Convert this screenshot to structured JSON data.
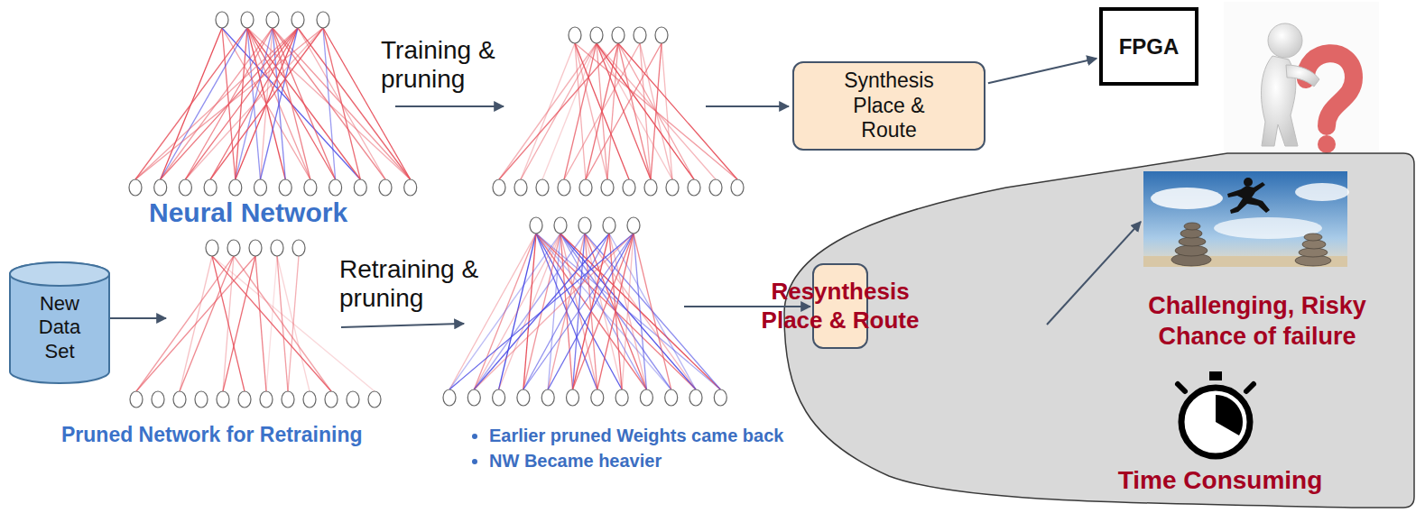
{
  "diagram": {
    "nodes": [
      {
        "text": [
          "Synthesis Place & Route"
        ]
      },
      {
        "text": [
          "FPGA"
        ]
      },
      {
        "text": [
          "New Data Set"
        ]
      },
      {
        "text": [
          "Challenging, Risky Chance of failure",
          "Time Consuming"
        ]
      },
      {
        "text": [
          "Resynthesis Place & Route"
        ],
        "in": 3
      }
    ],
    "edges": [
      {
        "from": 0,
        "to": 1,
        "arrow": "to"
      }
    ],
    "labels": [
      "Training & pruning",
      "Neural Network",
      "Retraining & pruning",
      "Pruned Network for Retraining",
      "Earlier pruned Weights came back",
      "NW Became heavier"
    ]
  }
}
